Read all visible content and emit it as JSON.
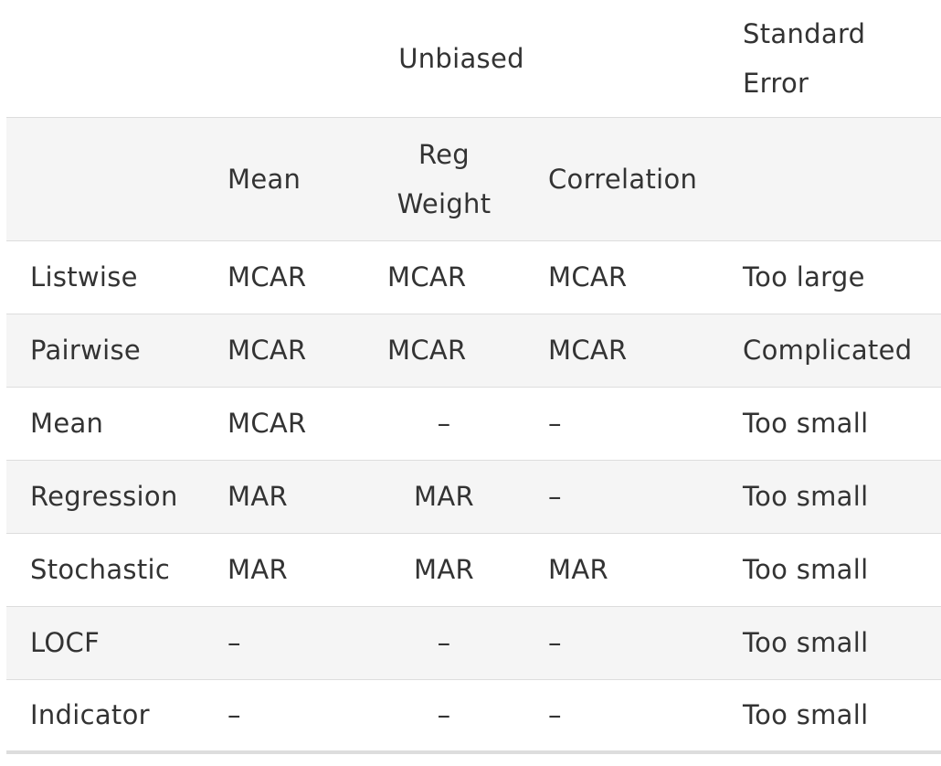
{
  "table": {
    "header_top": {
      "unbiased": "Unbiased",
      "standard_error": [
        "Standard",
        "Error"
      ]
    },
    "header_sub": {
      "mean": "Mean",
      "reg_weight": [
        "Reg",
        "Weight"
      ],
      "correlation": "Correlation"
    },
    "rows": [
      [
        "Listwise",
        "MCAR",
        "MCAR",
        "MCAR",
        "Too large"
      ],
      [
        "Pairwise",
        "MCAR",
        "MCAR",
        "MCAR",
        "Complicated"
      ],
      [
        "Mean",
        "MCAR",
        "–",
        "–",
        "Too small"
      ],
      [
        "Regression",
        "MAR",
        "MAR",
        "–",
        "Too small"
      ],
      [
        "Stochastic",
        "MAR",
        "MAR",
        "MAR",
        "Too small"
      ],
      [
        "LOCF",
        "–",
        "–",
        "–",
        "Too small"
      ],
      [
        "Indicator",
        "–",
        "–",
        "–",
        "Too small"
      ]
    ]
  },
  "colors": {
    "text": "#333333",
    "row_shade": "#f5f5f5",
    "border": "#dddddd"
  }
}
